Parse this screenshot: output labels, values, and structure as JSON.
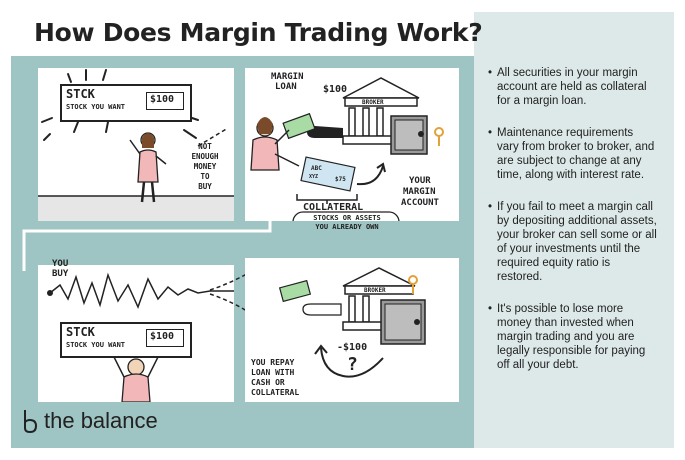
{
  "title": "How Does Margin Trading Work?",
  "panel1": {
    "stock_label": "STCK",
    "stock_sub": "STOCK YOU WANT",
    "price": "$100",
    "note_lines": [
      "NOT",
      "ENOUGH",
      "MONEY",
      "TO",
      "BUY"
    ]
  },
  "panel2": {
    "margin_loan": [
      "MARGIN",
      "LOAN"
    ],
    "amount": "$100",
    "broker": "BROKER",
    "your_account": [
      "YOUR",
      "MARGIN",
      "ACCOUNT"
    ],
    "collateral_title": "COLLATERAL",
    "collateral_sub": [
      "STOCKS OR ASSETS",
      "YOU ALREADY OWN"
    ],
    "cert_text": "ABC",
    "cert_small": "XYZ",
    "cert_value": "$75"
  },
  "panel3": {
    "you_buy": [
      "YOU",
      "BUY"
    ],
    "stock_label": "STCK",
    "stock_sub": "STOCK YOU WANT",
    "price": "$100",
    "question": "?"
  },
  "panel4": {
    "broker": "BROKER",
    "minus": "-$100",
    "question": "?",
    "repay": [
      "YOU REPAY",
      "LOAN WITH",
      "CASH OR",
      "COLLATERAL"
    ]
  },
  "bullets": [
    "All securities in your margin account are held as collateral for a margin loan.",
    "Maintenance requirements vary from broker to broker, and are subject to change at any time, along with interest rate.",
    "If you fail to meet a margin call by depositing additional assets, your broker can sell some or all of your investments until the required equity ratio is restored.",
    "It's possible to lose more money than invested when margin trading and you are legally responsible for paying off all your debt."
  ],
  "logo": "the balance",
  "colors": {
    "teal": "#9ec5c3",
    "panel_light": "#dde9e8",
    "accent_orange": "#e2a23a",
    "shirt_pink": "#f1b7b9",
    "money_green": "#a9dba5"
  }
}
